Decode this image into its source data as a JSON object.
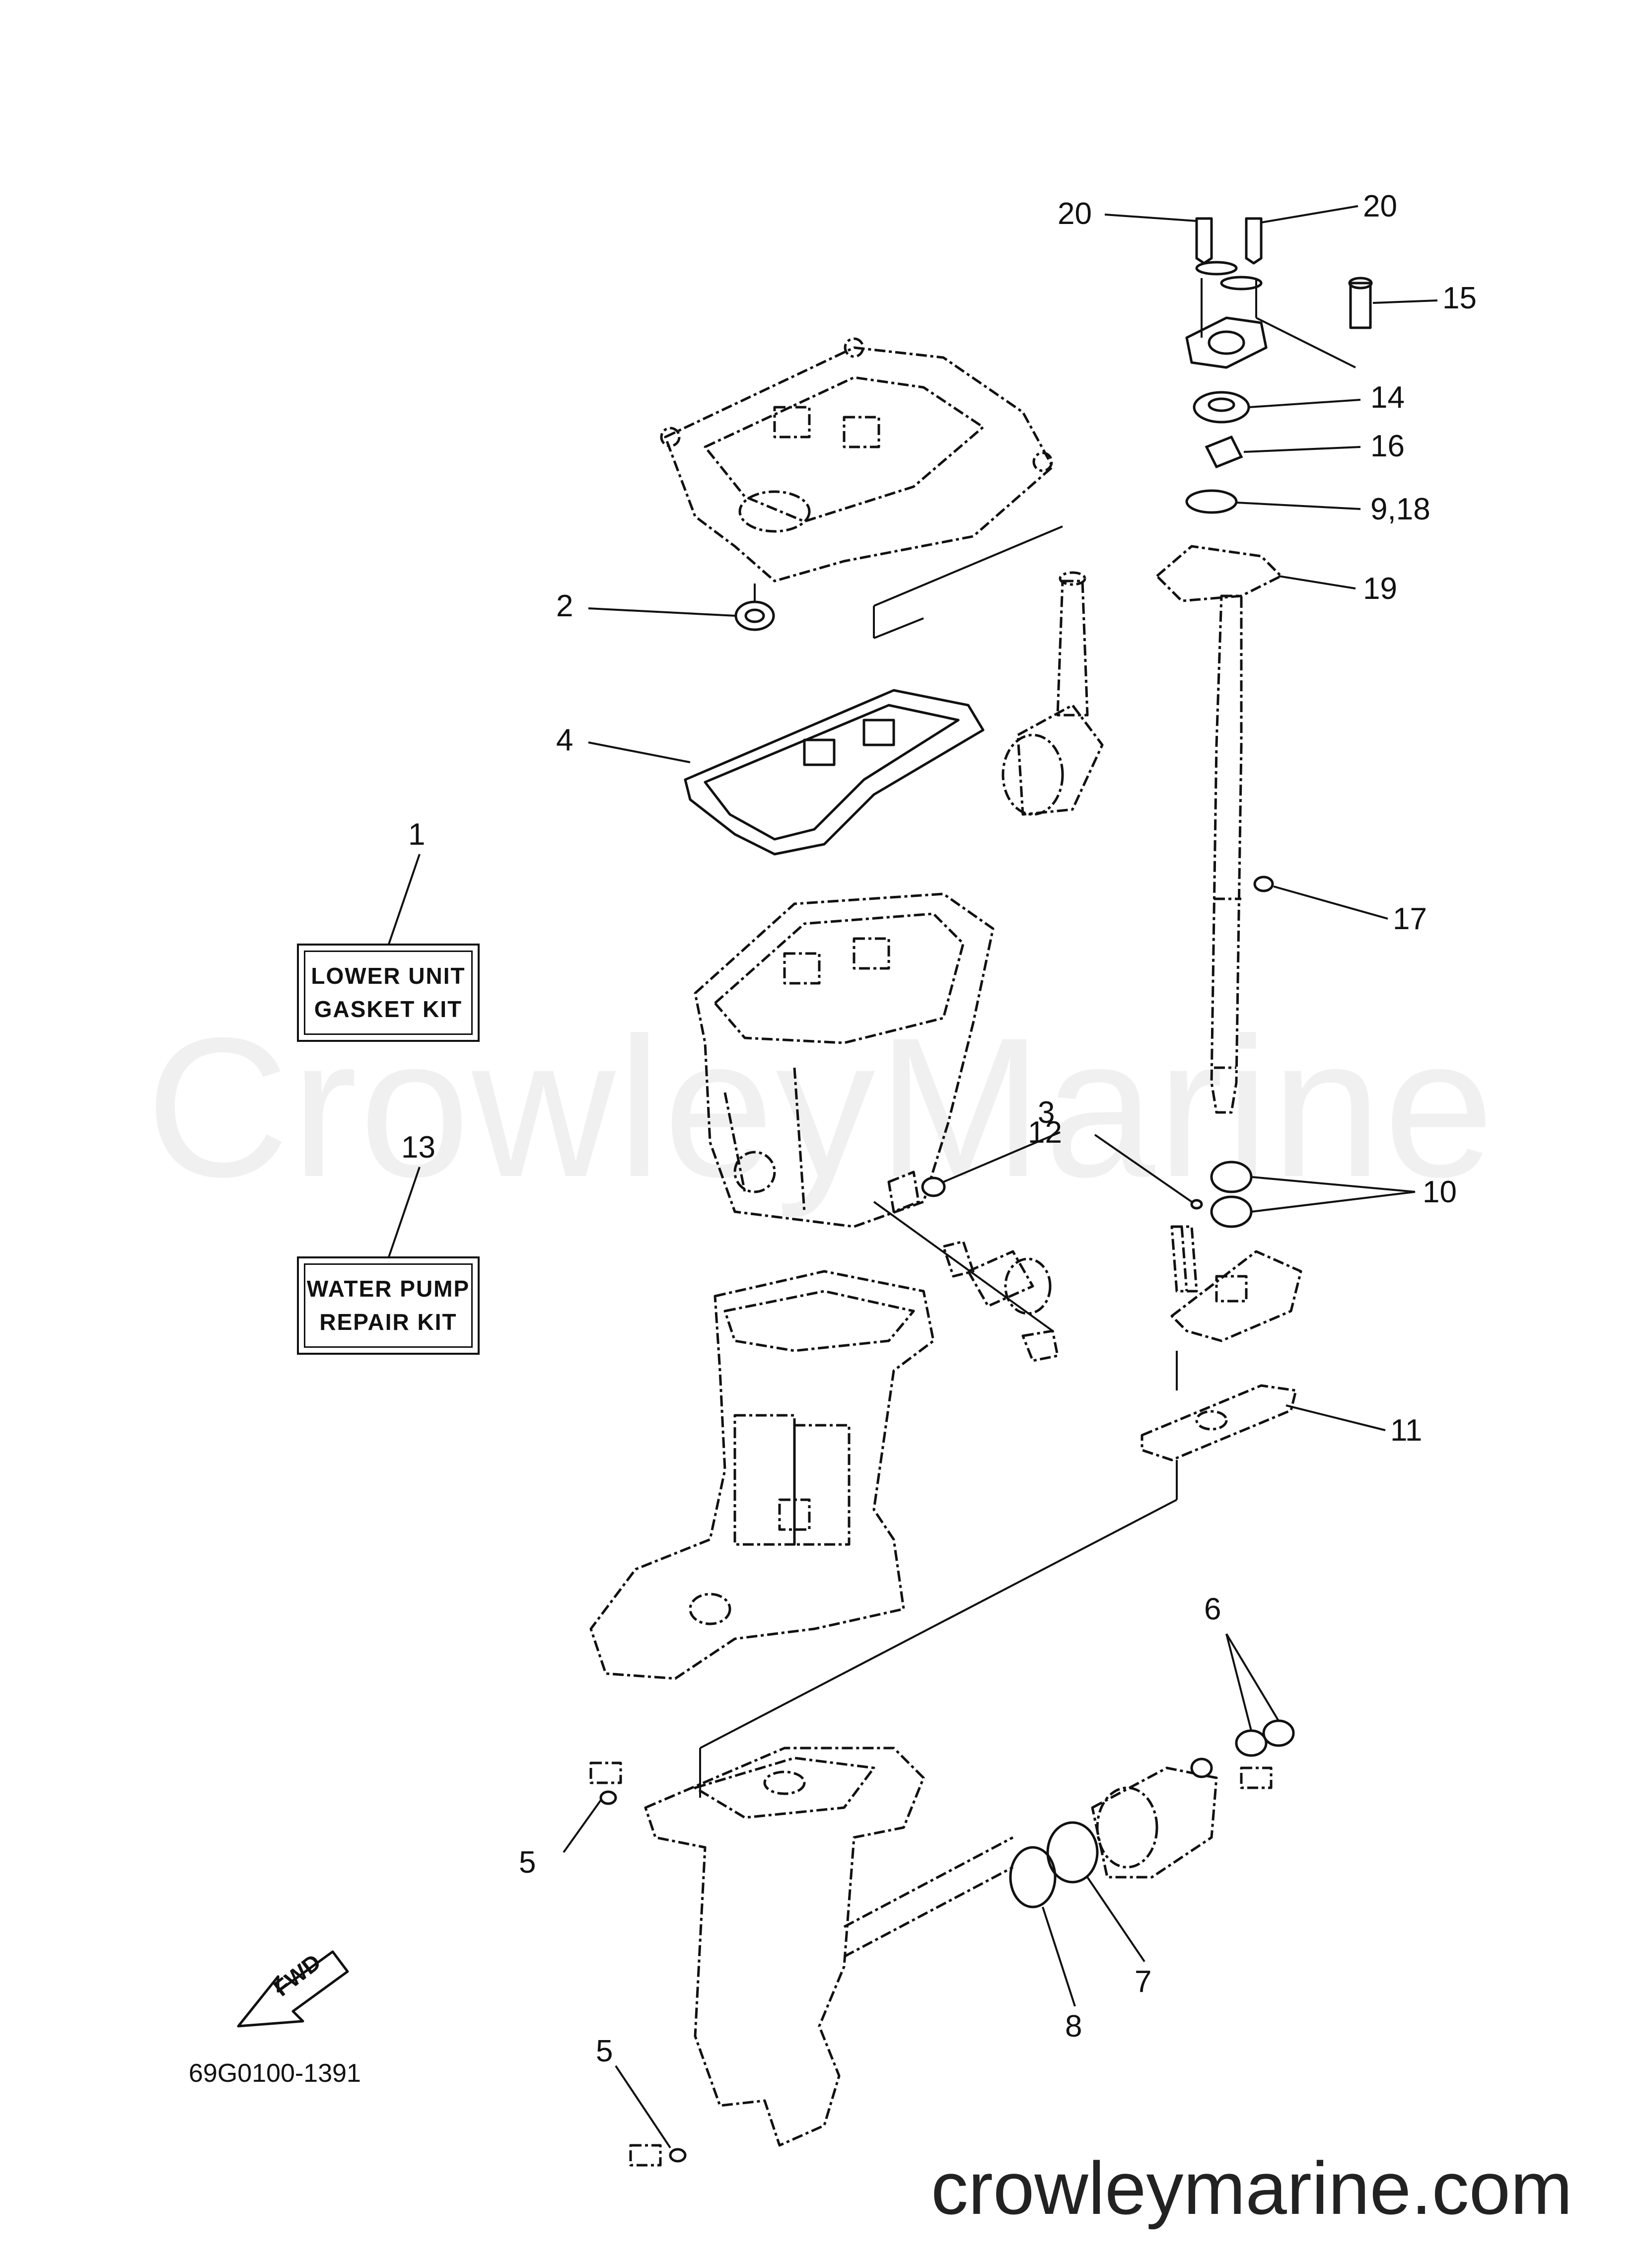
{
  "watermark": "CrowleyMarine",
  "drawing_code": "69G0100-1391",
  "footer": "crowleymarine.com",
  "fwd_label": "FWD",
  "kits": [
    {
      "number": "1",
      "lines": [
        "LOWER UNIT",
        "GASKET KIT"
      ]
    },
    {
      "number": "13",
      "lines": [
        "WATER PUMP",
        "REPAIR KIT"
      ]
    }
  ],
  "callouts": [
    "20",
    "20",
    "15",
    "14",
    "16",
    "9,18",
    "19",
    "2",
    "4",
    "17",
    "3",
    "12",
    "10",
    "11",
    "6",
    "5",
    "7",
    "8",
    "5"
  ]
}
